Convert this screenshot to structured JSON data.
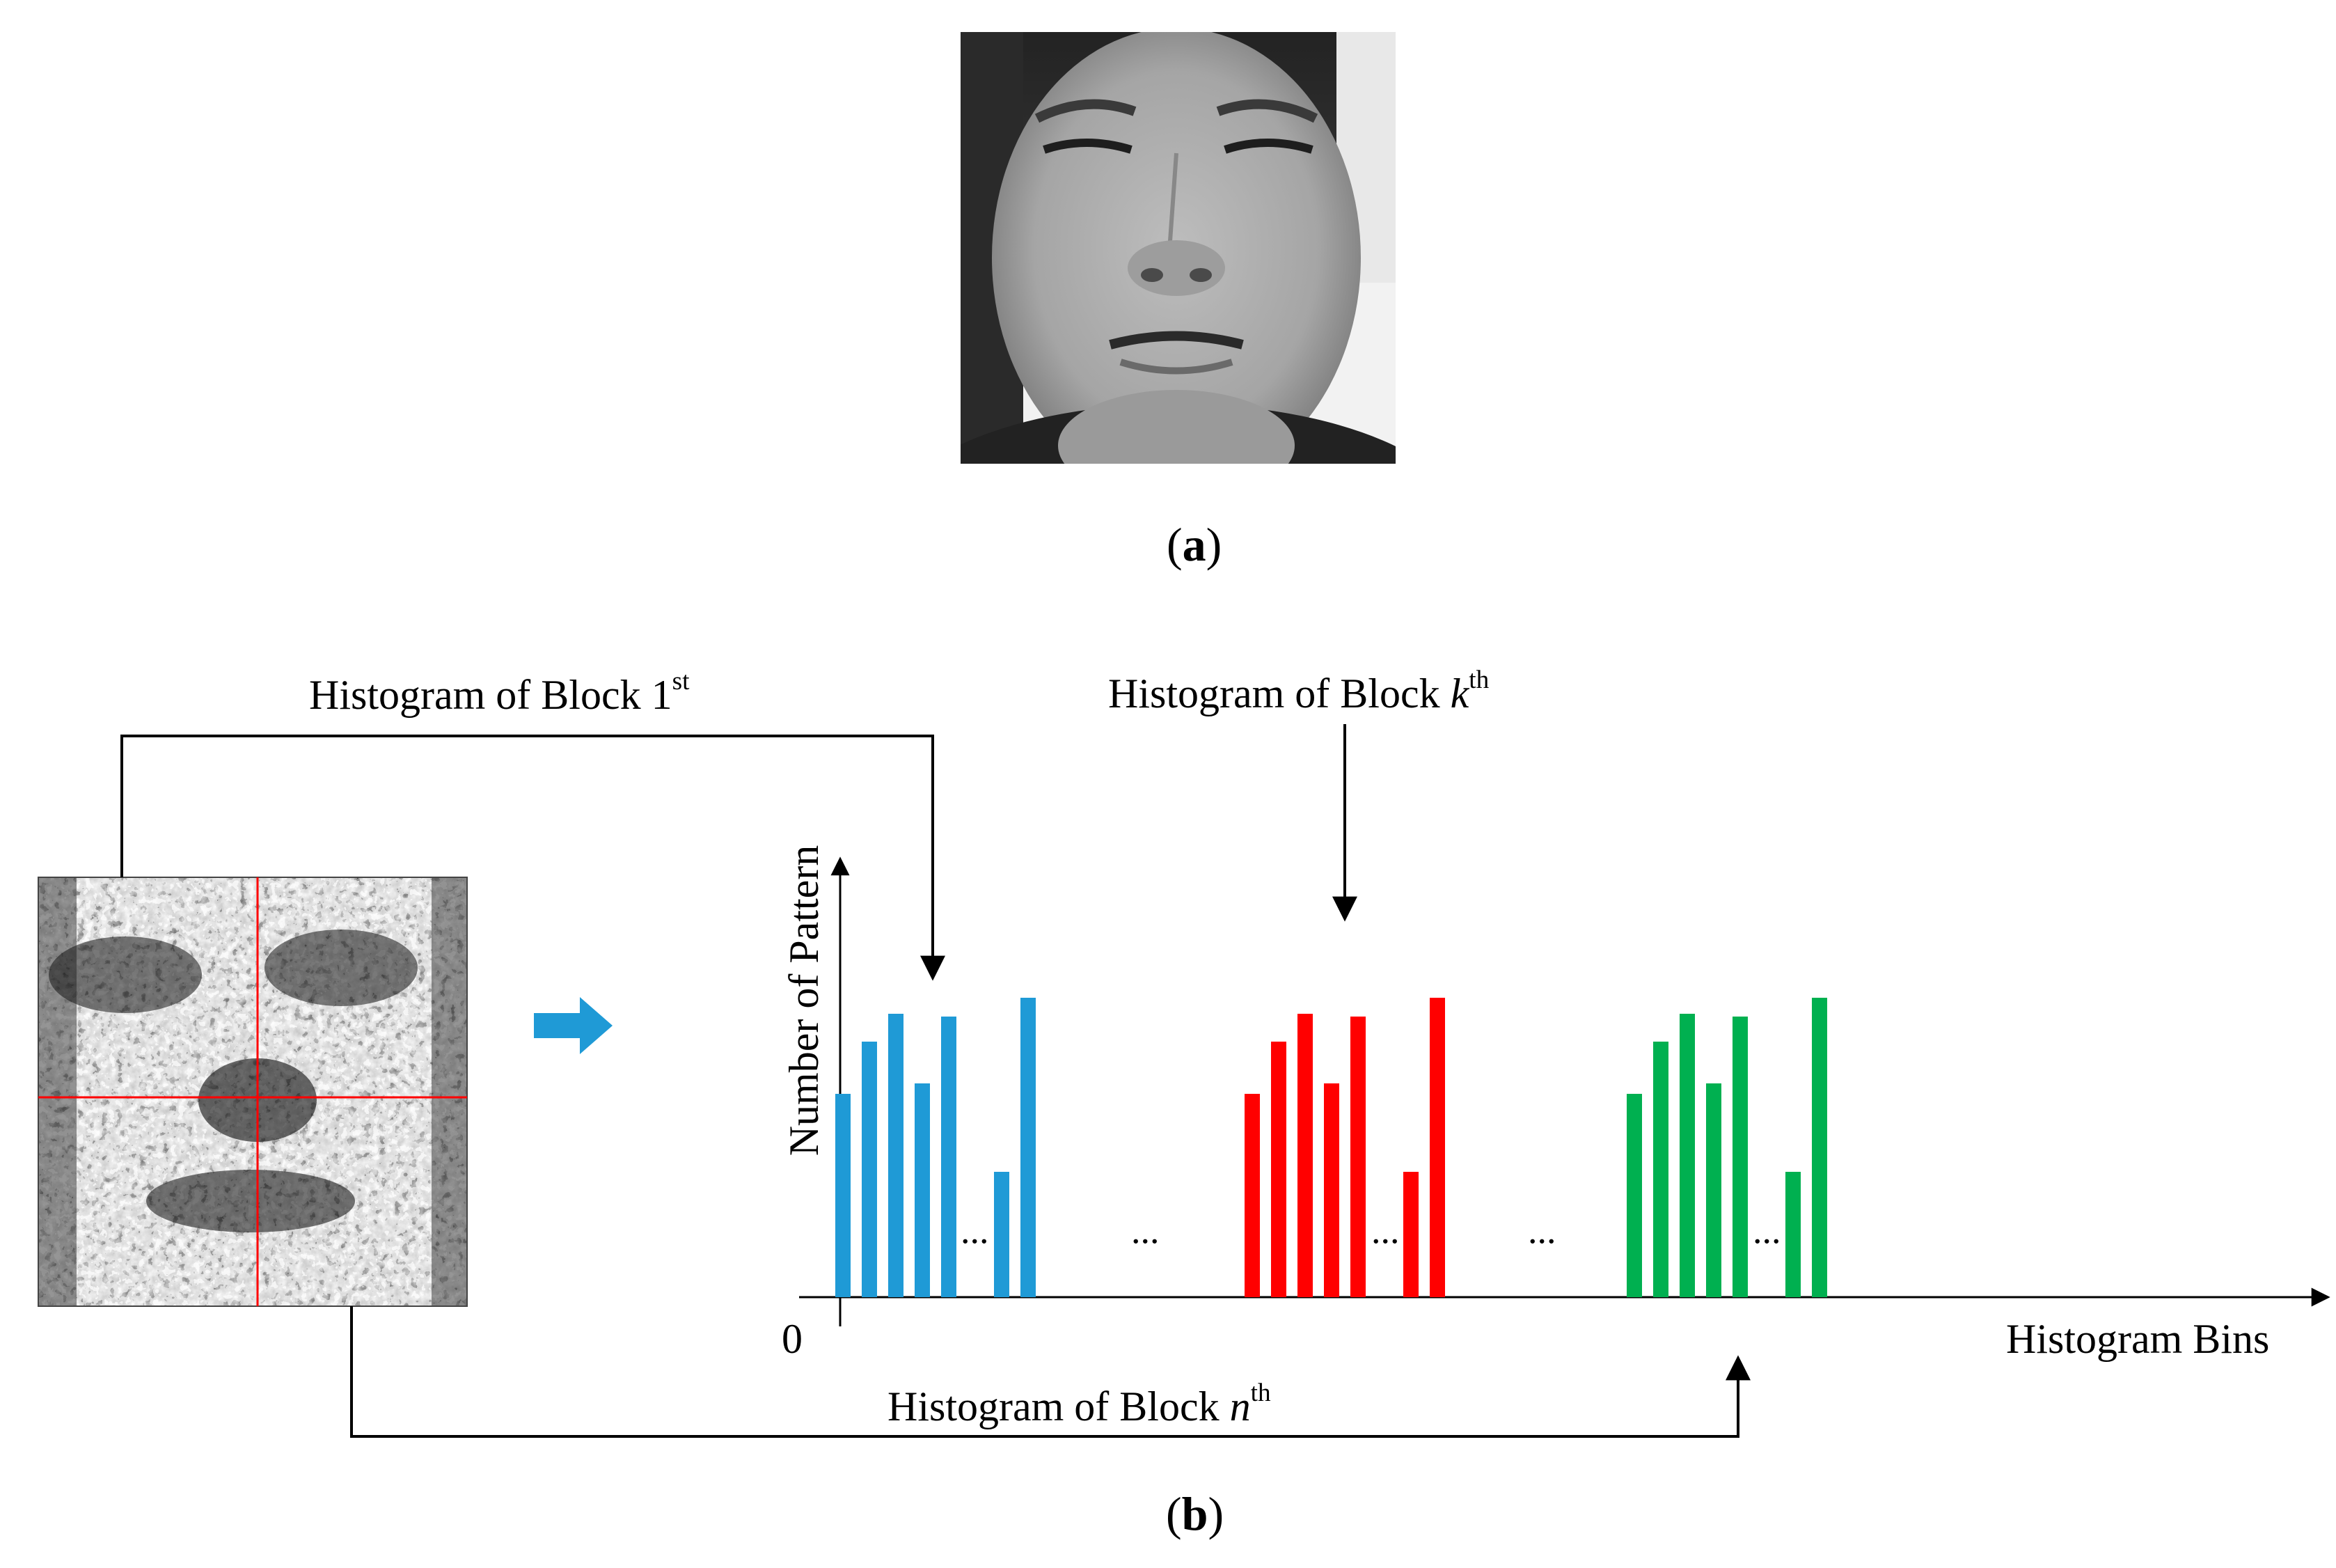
{
  "panel_a": {
    "caption_letter": "a"
  },
  "panel_b": {
    "caption_letter": "b",
    "label_block_first": {
      "text": "Histogram of Block 1",
      "sup": "st"
    },
    "label_block_k": {
      "text": "Histogram of Block ",
      "var": "k",
      "sup": "th"
    },
    "label_block_n": {
      "text": "Histogram of Block ",
      "var": "n",
      "sup": "th"
    },
    "y_axis_label": "Number of Pattern",
    "x_axis_label": "Histogram Bins",
    "origin_label": "0",
    "ellipsis": "...",
    "colors": {
      "block_first": "#1f9ad6",
      "block_k": "#ff0000",
      "block_n": "#00b050",
      "grid_lines": "#ff0000",
      "flow_arrow": "#1f9ad6"
    }
  }
}
